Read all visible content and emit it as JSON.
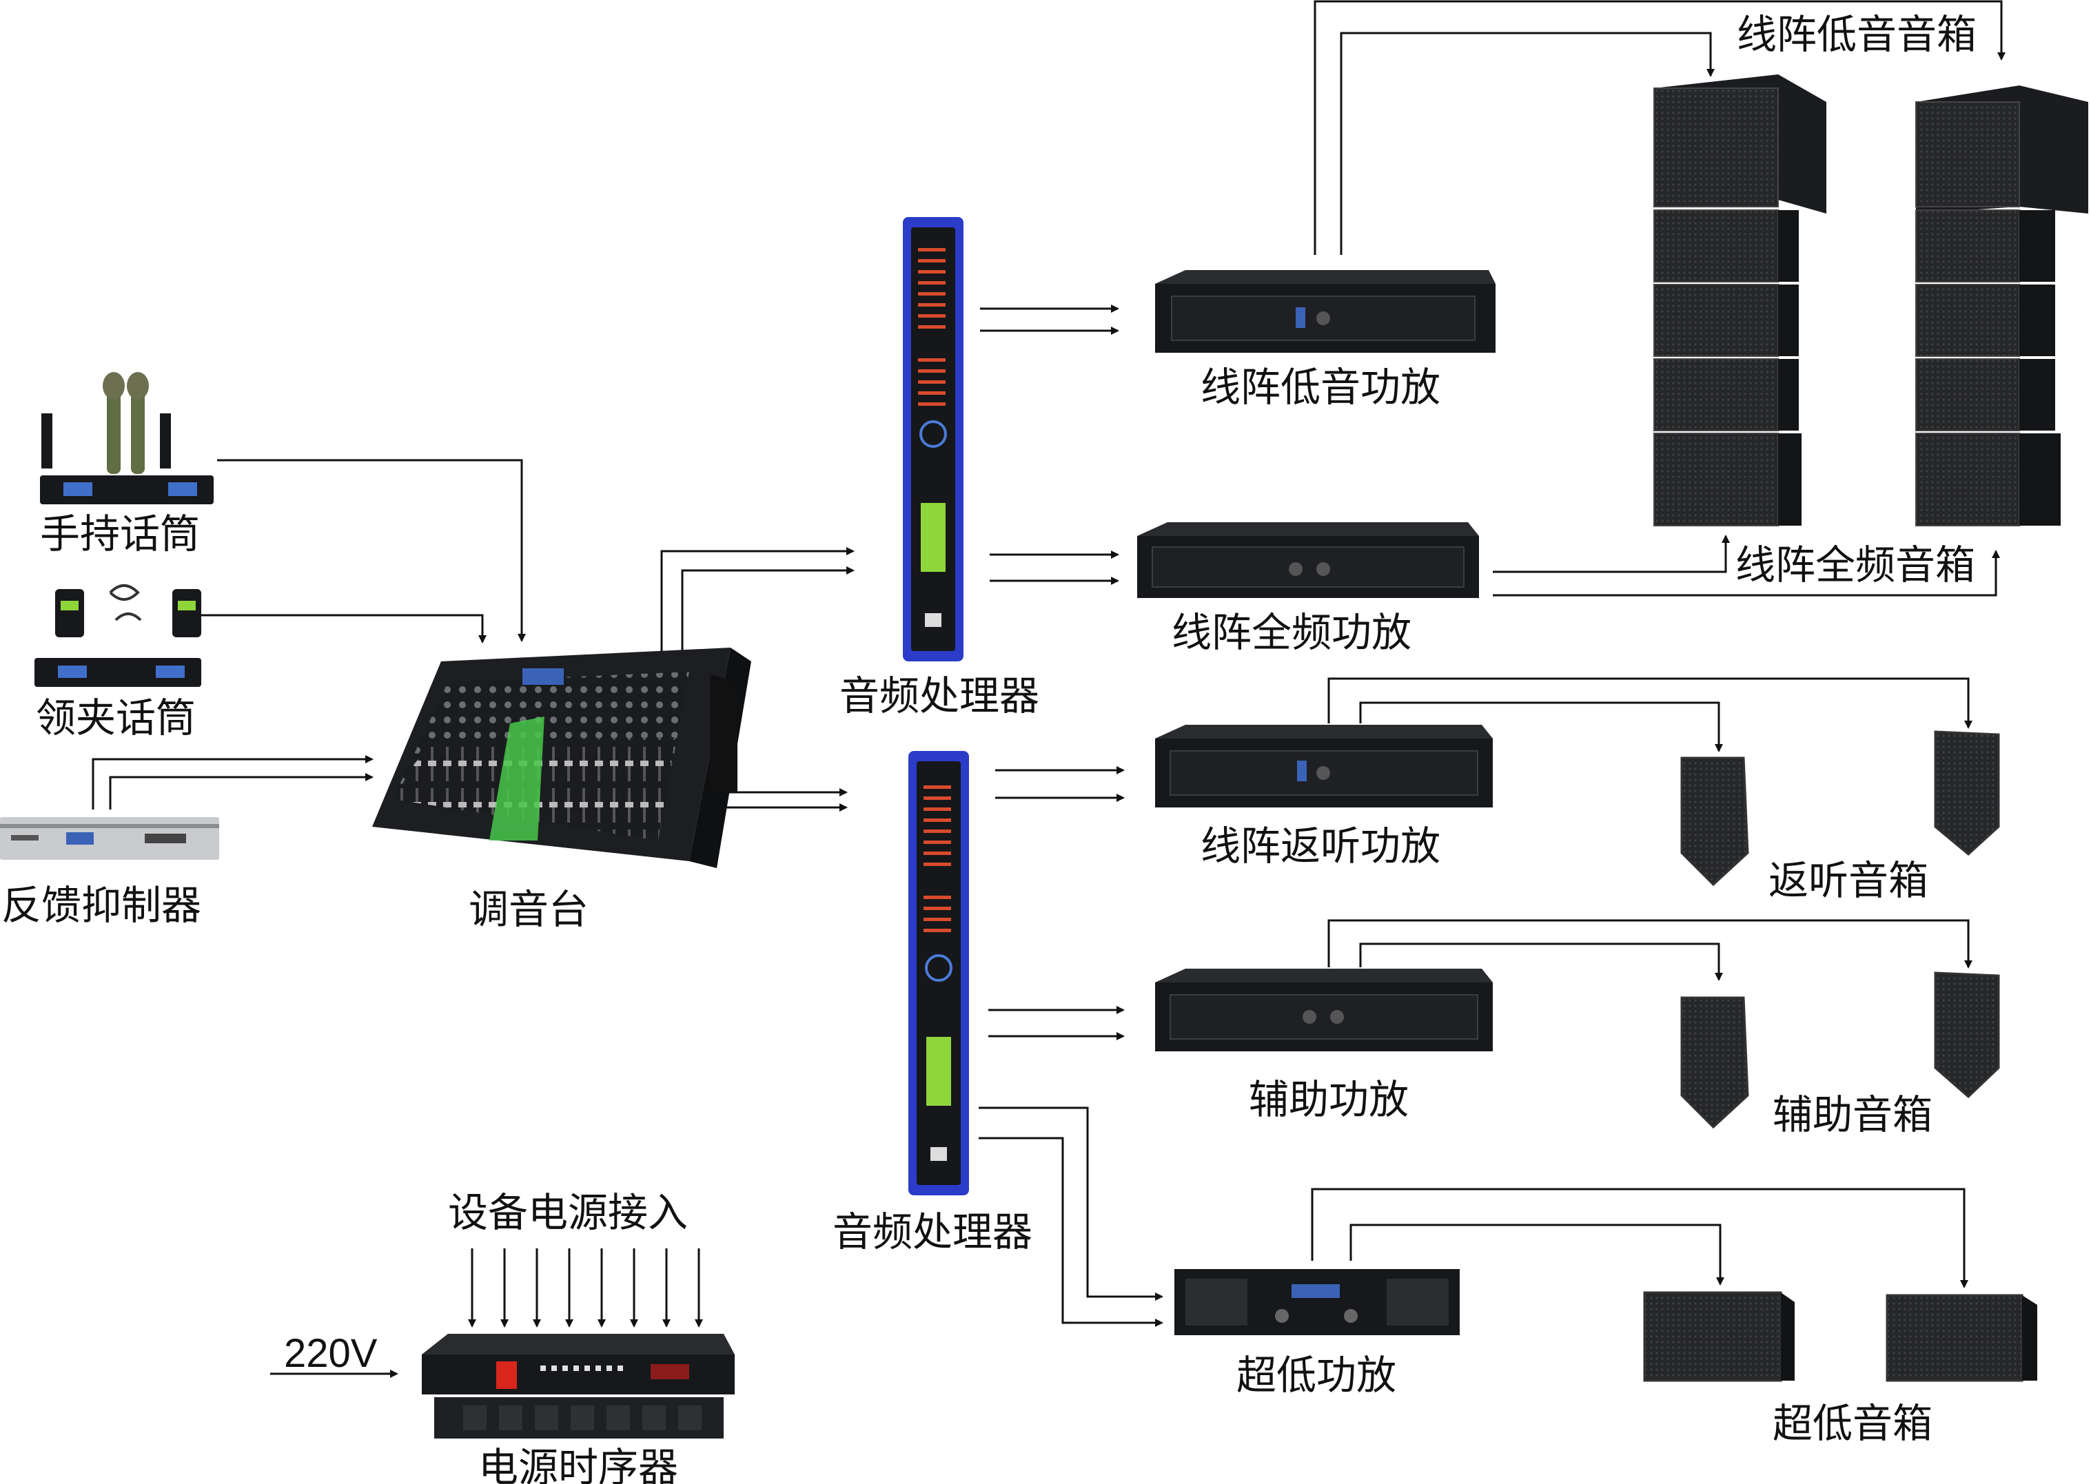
{
  "labels": {
    "handheld_mic": "手持话筒",
    "lapel_mic": "领夹话筒",
    "feedback_suppressor": "反馈抑制器",
    "mixer": "调音台",
    "processor_top": "音频处理器",
    "processor_bottom": "音频处理器",
    "amp_line_bass": "线阵低音功放",
    "amp_line_full": "线阵全频功放",
    "amp_monitor": "线阵返听功放",
    "amp_aux": "辅助功放",
    "amp_sub": "超低功放",
    "spk_line_bass": "线阵低音音箱",
    "spk_line_full": "线阵全频音箱",
    "spk_monitor": "返听音箱",
    "spk_aux": "辅助音箱",
    "spk_sub": "超低音箱",
    "power_in": "设备电源接入",
    "mains_voltage": "220V",
    "power_sequencer": "电源时序器"
  },
  "colors": {
    "wire": "#111111",
    "device_body": "#17181b",
    "processor_accent": "#2a3cc8",
    "lcd_green": "#8fd63a",
    "mixer_green": "#46c84a"
  }
}
